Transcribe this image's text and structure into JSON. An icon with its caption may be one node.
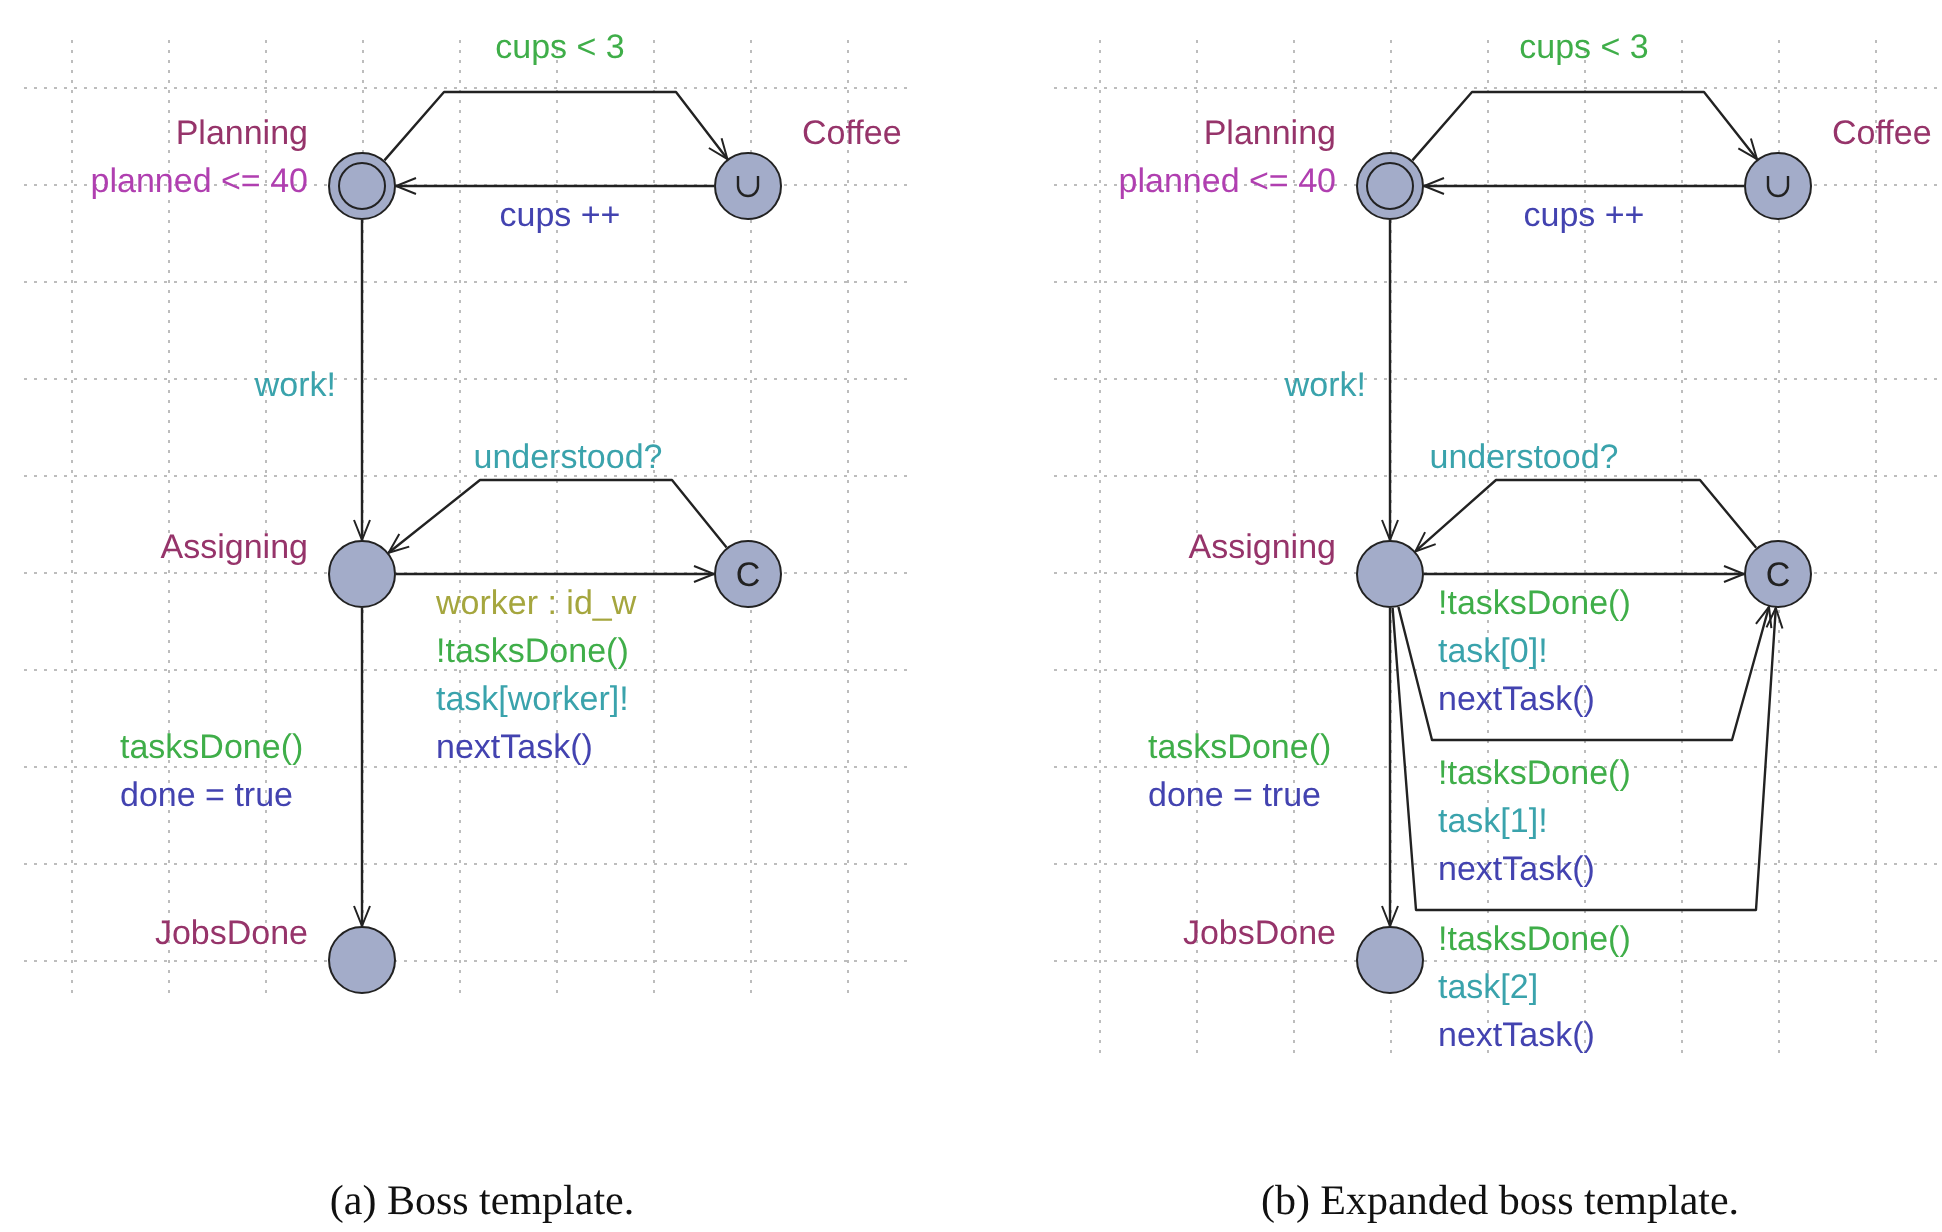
{
  "diagram": {
    "nodes": [
      {
        "text": [
          "Planning"
        ],
        "beside": [
          "planned <= 40"
        ]
      },
      {
        "text": [
          "Coffee"
        ]
      },
      {
        "text": [
          "Assigning"
        ]
      },
      {
        "text": [
          "C"
        ]
      },
      {
        "text": [
          "JobsDone"
        ]
      },
      {
        "text": [
          "Planning"
        ],
        "beside": [
          "planned <= 40"
        ]
      },
      {
        "text": [
          "Coffee"
        ]
      },
      {
        "text": [
          "Assigning"
        ]
      },
      {
        "text": [
          "C"
        ]
      },
      {
        "text": [
          "JobsDone"
        ]
      }
    ],
    "edges": [
      {
        "from": 0,
        "to": 1,
        "arrow": "to",
        "label": "cups < 3"
      },
      {
        "from": 1,
        "to": 0,
        "arrow": "to",
        "label": "cups ++"
      },
      {
        "from": 0,
        "to": 2,
        "arrow": "to",
        "label": "work!"
      },
      {
        "from": 3,
        "to": 2,
        "arrow": "to",
        "label": "understood?"
      },
      {
        "from": 2,
        "to": 3,
        "arrow": "to",
        "label": "worker : id_w !tasksDone() task[worker]! nextTask()"
      },
      {
        "from": 2,
        "to": 4,
        "arrow": "to",
        "label": "tasksDone() done = true"
      },
      {
        "from": 5,
        "to": 6,
        "arrow": "to",
        "label": "cups < 3"
      },
      {
        "from": 6,
        "to": 5,
        "arrow": "to",
        "label": "cups ++"
      },
      {
        "from": 5,
        "to": 7,
        "arrow": "to",
        "label": "work!"
      },
      {
        "from": 8,
        "to": 7,
        "arrow": "to",
        "label": "understood?"
      },
      {
        "from": 7,
        "to": 8,
        "arrow": "to",
        "label": "!tasksDone() task[0]! nextTask()"
      },
      {
        "from": 7,
        "to": 8,
        "arrow": "to",
        "label": "!tasksDone() task[1]! nextTask()"
      },
      {
        "from": 7,
        "to": 8,
        "arrow": "to",
        "label": "!tasksDone() task[2] nextTask()"
      },
      {
        "from": 7,
        "to": 9,
        "arrow": "to",
        "label": "tasksDone() done = true"
      }
    ],
    "labels": [
      "(a) Boss template.",
      "(b) Expanded boss template."
    ]
  }
}
